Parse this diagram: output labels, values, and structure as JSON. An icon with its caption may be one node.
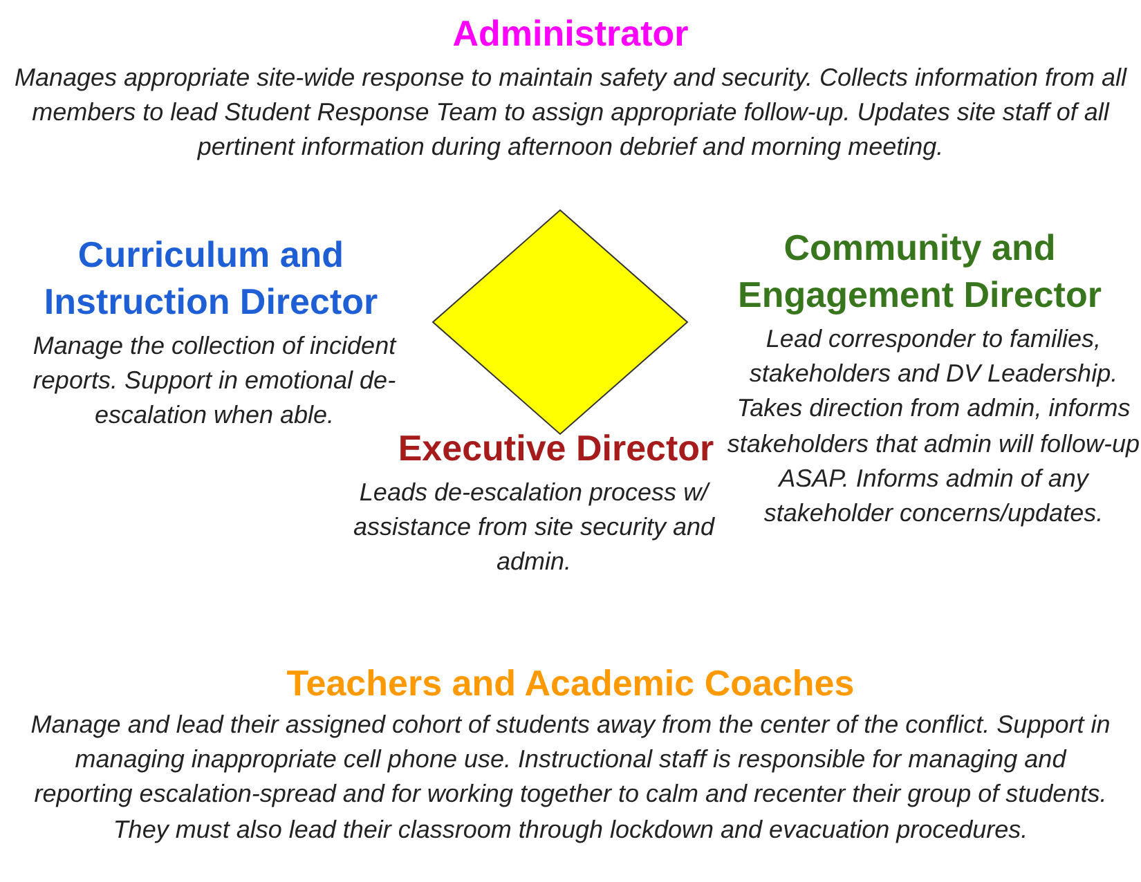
{
  "diagram": {
    "nodes": [
      {
        "text": [],
        "shape": "diamond"
      }
    ],
    "labels": [
      "Administrator",
      "Manages appropriate site-wide response to maintain safety and security. Collects information from all members to lead Student Response Team to assign appropriate follow-up. Updates site staff of all pertinent information during afternoon debrief and morning meeting.",
      "Curriculum and Instruction Director",
      "Manage the collection of incident reports. Support in emotional de-escalation when able.",
      "Community and Engagement Director",
      "Lead corresponder to families, stakeholders and DV Leadership. Takes direction from admin, informs stakeholders that admin will follow-up ASAP.  Informs admin of any stakeholder concerns/updates.",
      "Executive Director",
      "Leads de-escalation process w/ assistance from site security and admin.",
      "Teachers and Academic Coaches",
      "Manage and lead their assigned cohort of students away from the center of the conflict. Support in managing inappropriate cell phone use. Instructional staff is responsible for managing and reporting escalation-spread and for working together to calm and recenter their group of students. They must also lead their classroom through lockdown and evacuation procedures."
    ]
  }
}
